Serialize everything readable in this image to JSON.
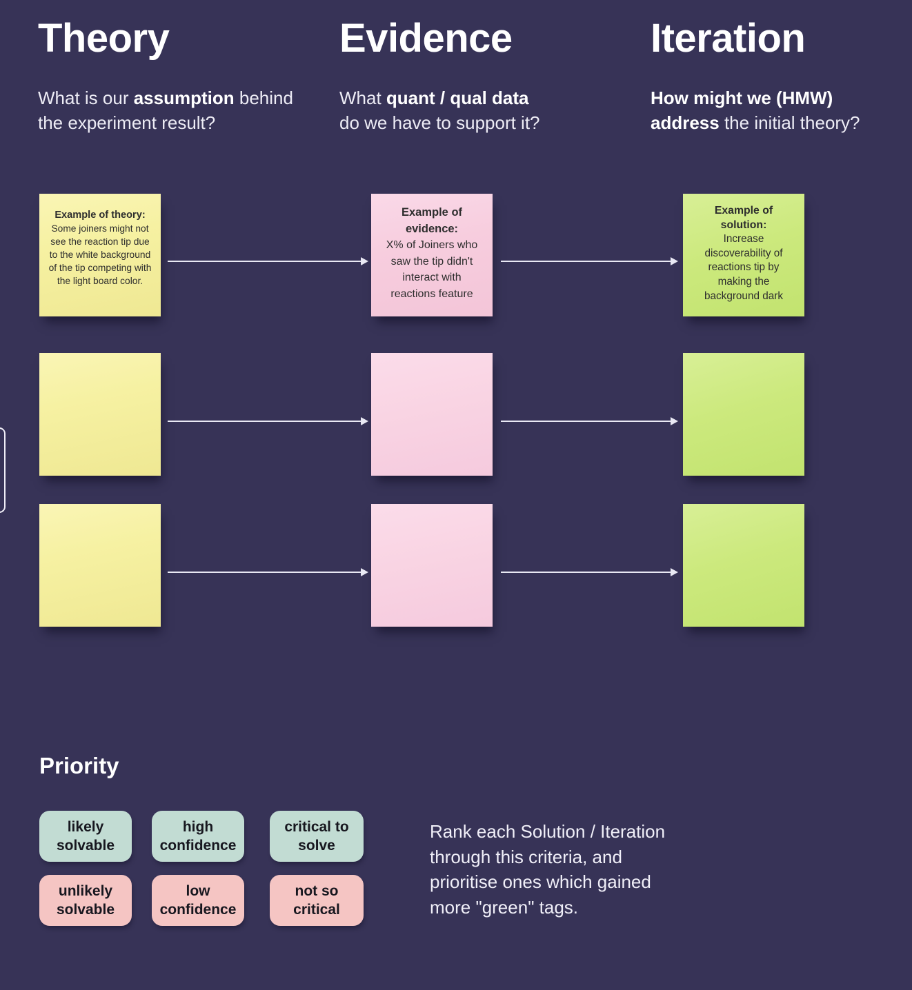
{
  "colors": {
    "background": "#373357",
    "yellow_note": "#f6f1a2",
    "pink_note": "#f7cdde",
    "pink_note_light": "#f9d4e3",
    "green_note": "#cce97d",
    "teal_tag": "#c2dcd3",
    "pink_tag": "#f5c5c3",
    "arrow": "#e9e9f4",
    "heading_text": "#ffffff",
    "note_text": "#2d2d2d"
  },
  "columns": [
    {
      "title": "Theory",
      "subtitle": {
        "l1a": "What is our ",
        "l1b": "assumption",
        "l1c": " behind",
        "l2": "the experiment result?"
      }
    },
    {
      "title": "Evidence",
      "subtitle": {
        "l1a": "What ",
        "l1b": "quant / qual data",
        "l2": "do we have to support it?"
      }
    },
    {
      "title": "Iteration",
      "subtitle": {
        "l1b": "How might we (HMW)",
        "l2b": "address",
        "l2c": " the initial theory?"
      }
    }
  ],
  "notes": {
    "theory_example": {
      "heading": "Example of theory:",
      "body": "Some joiners might not see the reaction tip due to the white background of the tip competing with the light board color."
    },
    "evidence_example": {
      "heading": "Example of evidence:",
      "body": "X% of Joiners who saw the tip didn't interact with reactions feature"
    },
    "solution_example": {
      "heading": "Example of solution:",
      "body": "Increase discoverability of reactions tip by making the background dark"
    }
  },
  "priority": {
    "title": "Priority",
    "tags": [
      {
        "l1": "likely",
        "l2": "solvable",
        "tone": "positive"
      },
      {
        "l1": "high",
        "l2": "confidence",
        "tone": "positive"
      },
      {
        "l1": "critical to",
        "l2": "solve",
        "tone": "positive"
      },
      {
        "l1": "unlikely",
        "l2": "solvable",
        "tone": "negative"
      },
      {
        "l1": "low",
        "l2": "confidence",
        "tone": "negative"
      },
      {
        "l1": "not so",
        "l2": "critical",
        "tone": "negative"
      }
    ],
    "note": {
      "l1": "Rank each Solution / Iteration",
      "l2": "through this criteria, and",
      "l3": "prioritise ones which gained",
      "l4": "more \"green\" tags."
    }
  }
}
